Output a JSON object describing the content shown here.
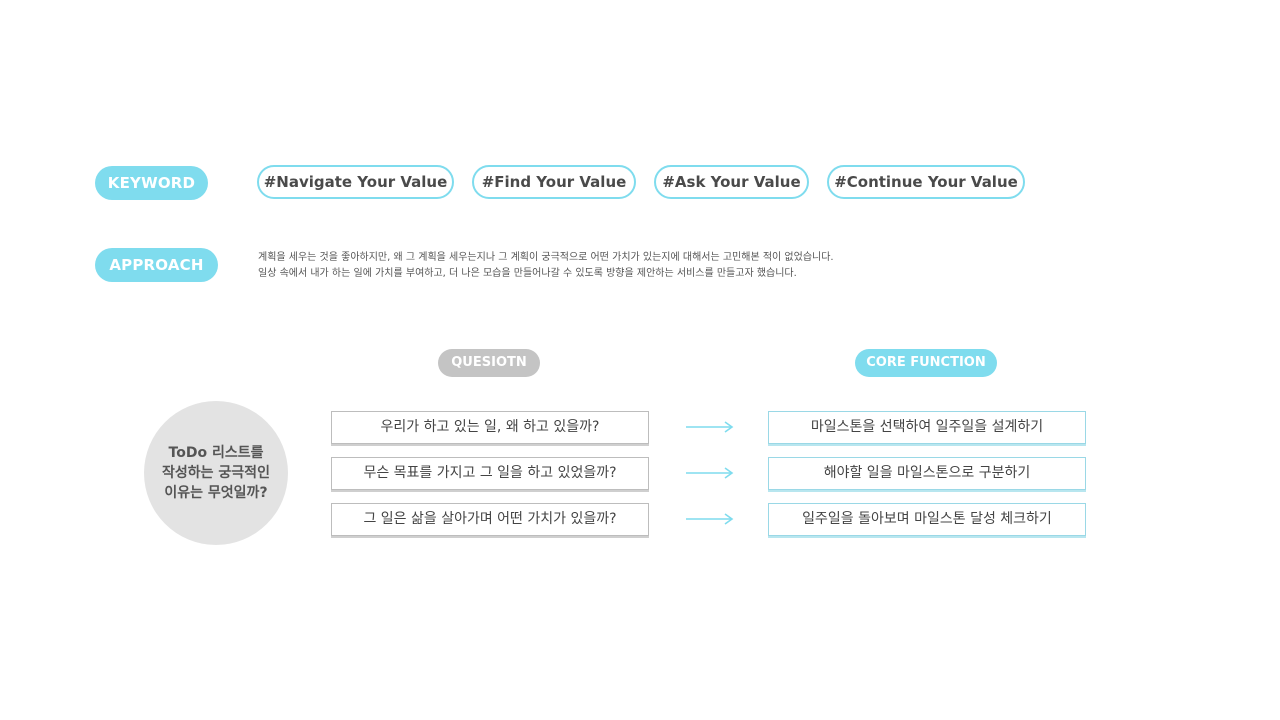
{
  "keyword": {
    "label": "KEYWORD",
    "tags": [
      "#Navigate Your Value",
      "#Find Your Value",
      "#Ask Your Value",
      "#Continue Your Value"
    ]
  },
  "approach": {
    "label": "APPROACH",
    "lines": [
      "계획을 세우는 것을 좋아하지만, 왜 그 계획을 세우는지나 그 계획이 궁극적으로 어떤 가치가 있는지에 대해서는 고민해본 적이 없었습니다.",
      "일상 속에서 내가 하는 일에 가치를 부여하고, 더 나은 모습을 만들어나갈 수 있도록 방향을 제안하는 서비스를 만들고자 했습니다."
    ]
  },
  "question_label": "QUESIOTN",
  "core_label": "CORE FUNCTION",
  "central_question": [
    "ToDo 리스트를",
    "작성하는 궁극적인",
    "이유는 무엇일까?"
  ],
  "questions": [
    "우리가 하고 있는 일, 왜 하고 있을까?",
    "무슨 목표를 가지고 그 일을 하고 있었을까?",
    "그 일은 삶을 살아가며 어떤 가치가 있을까?"
  ],
  "functions": [
    "마일스톤을 선택하여 일주일을 설계하기",
    "해야할 일을 마일스톤으로 구분하기",
    "일주일을 돌아보며 마일스톤 달성 체크하기"
  ],
  "colors": {
    "accent": "#7fdcee",
    "question_pill": "#c4c4c4",
    "circle": "#e3e3e3",
    "text": "#444444"
  }
}
